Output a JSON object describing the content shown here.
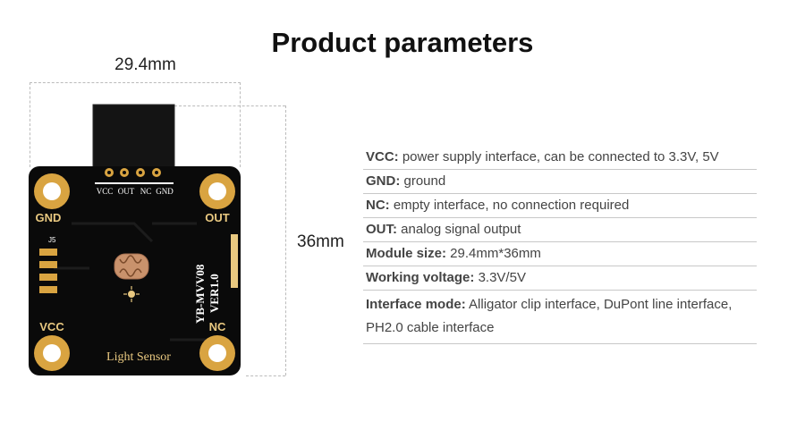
{
  "title": "Product parameters",
  "dimensions": {
    "width": "29.4mm",
    "height": "36mm"
  },
  "board": {
    "pins": [
      "VCC",
      "OUT",
      "NC",
      "GND"
    ],
    "corner_labels": {
      "top_left": "GND",
      "top_right": "OUT",
      "bottom_left": "VCC",
      "bottom_right": "NC"
    },
    "connector_label": "J5",
    "model_line1": "YB-MVV08",
    "model_line2": "VER1.0",
    "name": "Light Sensor"
  },
  "params": [
    {
      "key": "VCC:",
      "value": " power supply interface, can be connected to 3.3V, 5V"
    },
    {
      "key": "GND:",
      "value": " ground"
    },
    {
      "key": "NC:",
      "value": " empty interface, no connection required"
    },
    {
      "key": "OUT:",
      "value": " analog signal output"
    },
    {
      "key": "Module size:",
      "value": " 29.4mm*36mm"
    },
    {
      "key": "Working voltage:",
      "value": " 3.3V/5V"
    },
    {
      "key": "Interface mode:",
      "value": " Alligator clip interface, DuPont line interface, PH2.0 cable interface"
    }
  ],
  "colors": {
    "board": "#0a0a0a",
    "pad": "#d9a441",
    "silkscreen": "#ffffff",
    "label_gold": "#e8c880"
  }
}
